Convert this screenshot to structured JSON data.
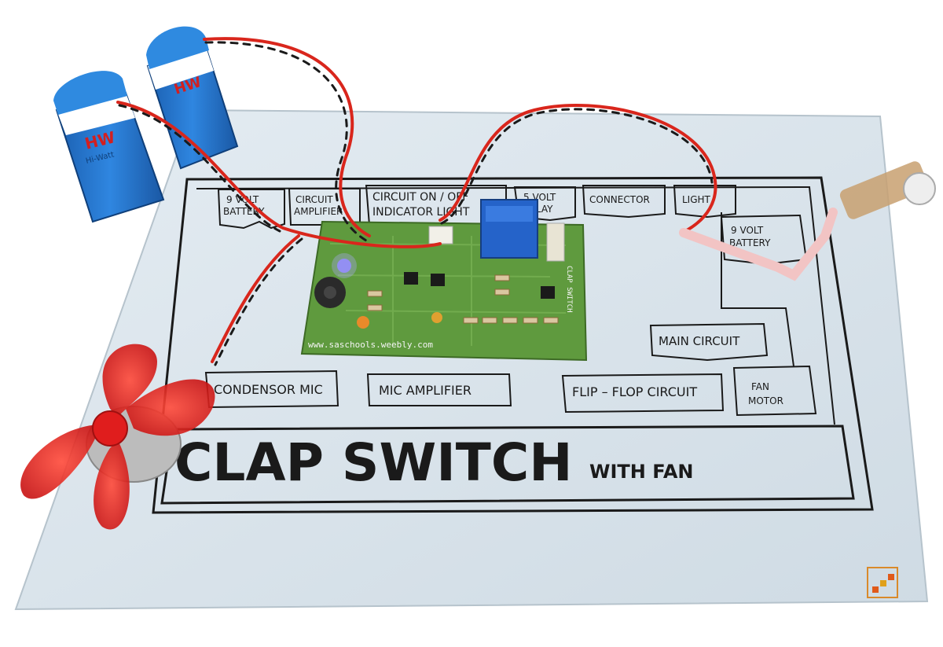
{
  "board": {
    "labels": {
      "battery_left_1": "9 VOLT",
      "battery_left_2": "BATTERY",
      "amplifier_1": "CIRCUIT",
      "amplifier_2": "AMPLIFIER",
      "indicator_1": "CIRCUIT ON / OFF",
      "indicator_2": "INDICATOR LIGHT",
      "relay_1": "5 VOLT",
      "relay_2": "RELAY",
      "connector": "CONNECTOR",
      "light": "LIGHT",
      "battery_right_1": "9 VOLT",
      "battery_right_2": "BATTERY",
      "main_circuit": "MAIN CIRCUIT",
      "condensor_mic": "CONDENSOR  MIC",
      "mic_amplifier": "MIC AMPLIFIER",
      "flip_flop": "FLIP – FLOP CIRCUIT",
      "fan_motor_1": "FAN",
      "fan_motor_2": "MOTOR"
    },
    "title": "CLAP SWITCH",
    "subtitle": "WITH FAN"
  },
  "pcb": {
    "website": "www.saschools.weebly.com",
    "name": "CLAP SWITCH"
  },
  "battery": {
    "brand": "HW",
    "brand_name": "Hi-Watt"
  },
  "colors": {
    "board_bg": "#dfe8ef",
    "pcb_green": "#5f9a3e",
    "wire_red": "#d9261c",
    "fan_red": "#e01d1d",
    "battery_blue": "#1f6fc7"
  }
}
